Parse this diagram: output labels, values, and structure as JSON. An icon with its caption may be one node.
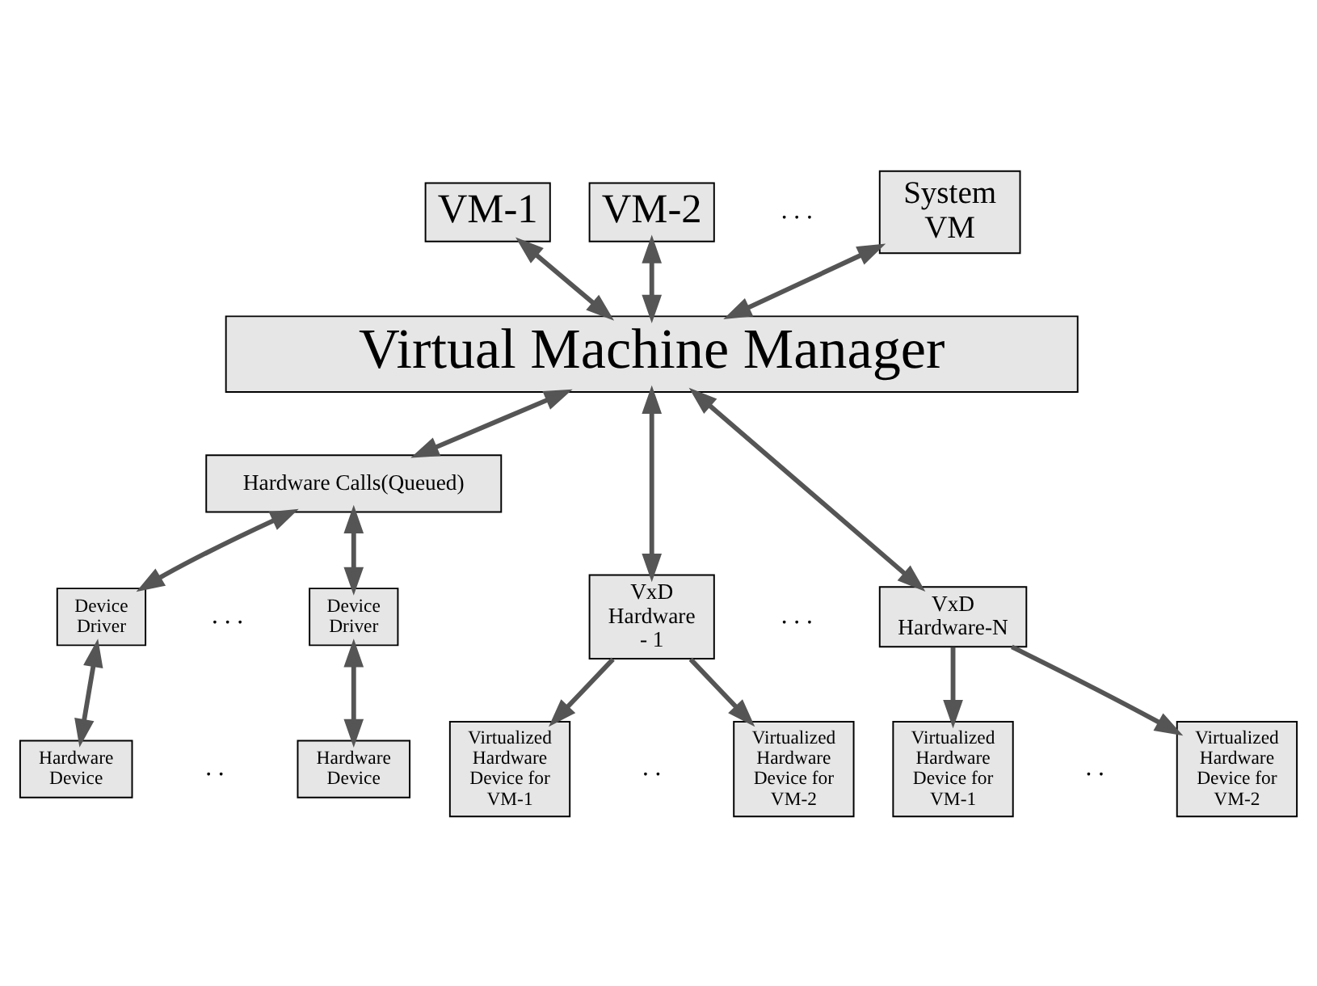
{
  "diagram": {
    "nodes": [
      {
        "text": [
          "VM-1"
        ]
      },
      {
        "text": [
          "VM-2"
        ]
      },
      {
        "text": [
          "System VM"
        ]
      },
      {
        "text": [
          "Virtual Machine Manager"
        ]
      },
      {
        "text": [
          "Hardware Calls(Queued)"
        ]
      },
      {
        "text": [
          "Device Driver"
        ]
      },
      {
        "text": [
          "Device Driver"
        ]
      },
      {
        "text": [
          "Hardware Device"
        ]
      },
      {
        "text": [
          "Hardware Device"
        ]
      },
      {
        "text": [
          "VxD Hardware - 1"
        ]
      },
      {
        "text": [
          "VxD Hardware-N"
        ]
      },
      {
        "text": [
          "Virtualized Hardware Device for VM-1"
        ]
      },
      {
        "text": [
          "Virtualized Hardware Device for VM-2"
        ]
      },
      {
        "text": [
          "Virtualized Hardware Device for VM-1"
        ]
      },
      {
        "text": [
          "Virtualized Hardware Device for VM-2"
        ]
      }
    ],
    "edges": [
      {
        "from": 0,
        "to": 3,
        "arrow": "both"
      },
      {
        "from": 1,
        "to": 3,
        "arrow": "both"
      },
      {
        "from": 2,
        "to": 3,
        "arrow": "both"
      },
      {
        "from": 3,
        "to": 4,
        "arrow": "both"
      },
      {
        "from": 3,
        "to": 9,
        "arrow": "both"
      },
      {
        "from": 3,
        "to": 10,
        "arrow": "both"
      },
      {
        "from": 4,
        "to": 5,
        "arrow": "both"
      },
      {
        "from": 4,
        "to": 6,
        "arrow": "both"
      },
      {
        "from": 5,
        "to": 7,
        "arrow": "both"
      },
      {
        "from": 6,
        "to": 8,
        "arrow": "both"
      },
      {
        "from": 9,
        "to": 11,
        "arrow": "to"
      },
      {
        "from": 9,
        "to": 12,
        "arrow": "to"
      },
      {
        "from": 10,
        "to": 13,
        "arrow": "to"
      },
      {
        "from": 10,
        "to": 14,
        "arrow": "to"
      }
    ],
    "labels": [
      ". . .",
      ". . .",
      ". . .",
      ". .",
      ". .",
      ". ."
    ]
  }
}
